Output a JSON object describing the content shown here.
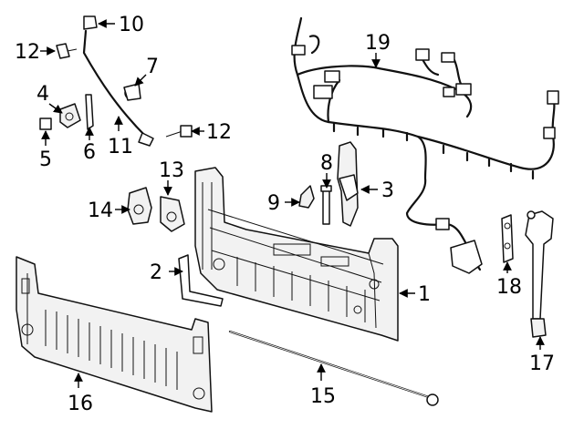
{
  "diagram": {
    "callouts": [
      {
        "id": "c1",
        "text": "1"
      },
      {
        "id": "c2",
        "text": "2"
      },
      {
        "id": "c3",
        "text": "3"
      },
      {
        "id": "c4",
        "text": "4"
      },
      {
        "id": "c5",
        "text": "5"
      },
      {
        "id": "c6",
        "text": "6"
      },
      {
        "id": "c7",
        "text": "7"
      },
      {
        "id": "c8",
        "text": "8"
      },
      {
        "id": "c9",
        "text": "9"
      },
      {
        "id": "c10",
        "text": "10"
      },
      {
        "id": "c11",
        "text": "11"
      },
      {
        "id": "c12a",
        "text": "12"
      },
      {
        "id": "c12b",
        "text": "12"
      },
      {
        "id": "c13",
        "text": "13"
      },
      {
        "id": "c14",
        "text": "14"
      },
      {
        "id": "c15",
        "text": "15"
      },
      {
        "id": "c16",
        "text": "16"
      },
      {
        "id": "c17",
        "text": "17"
      },
      {
        "id": "c18",
        "text": "18"
      },
      {
        "id": "c19",
        "text": "19"
      }
    ]
  }
}
